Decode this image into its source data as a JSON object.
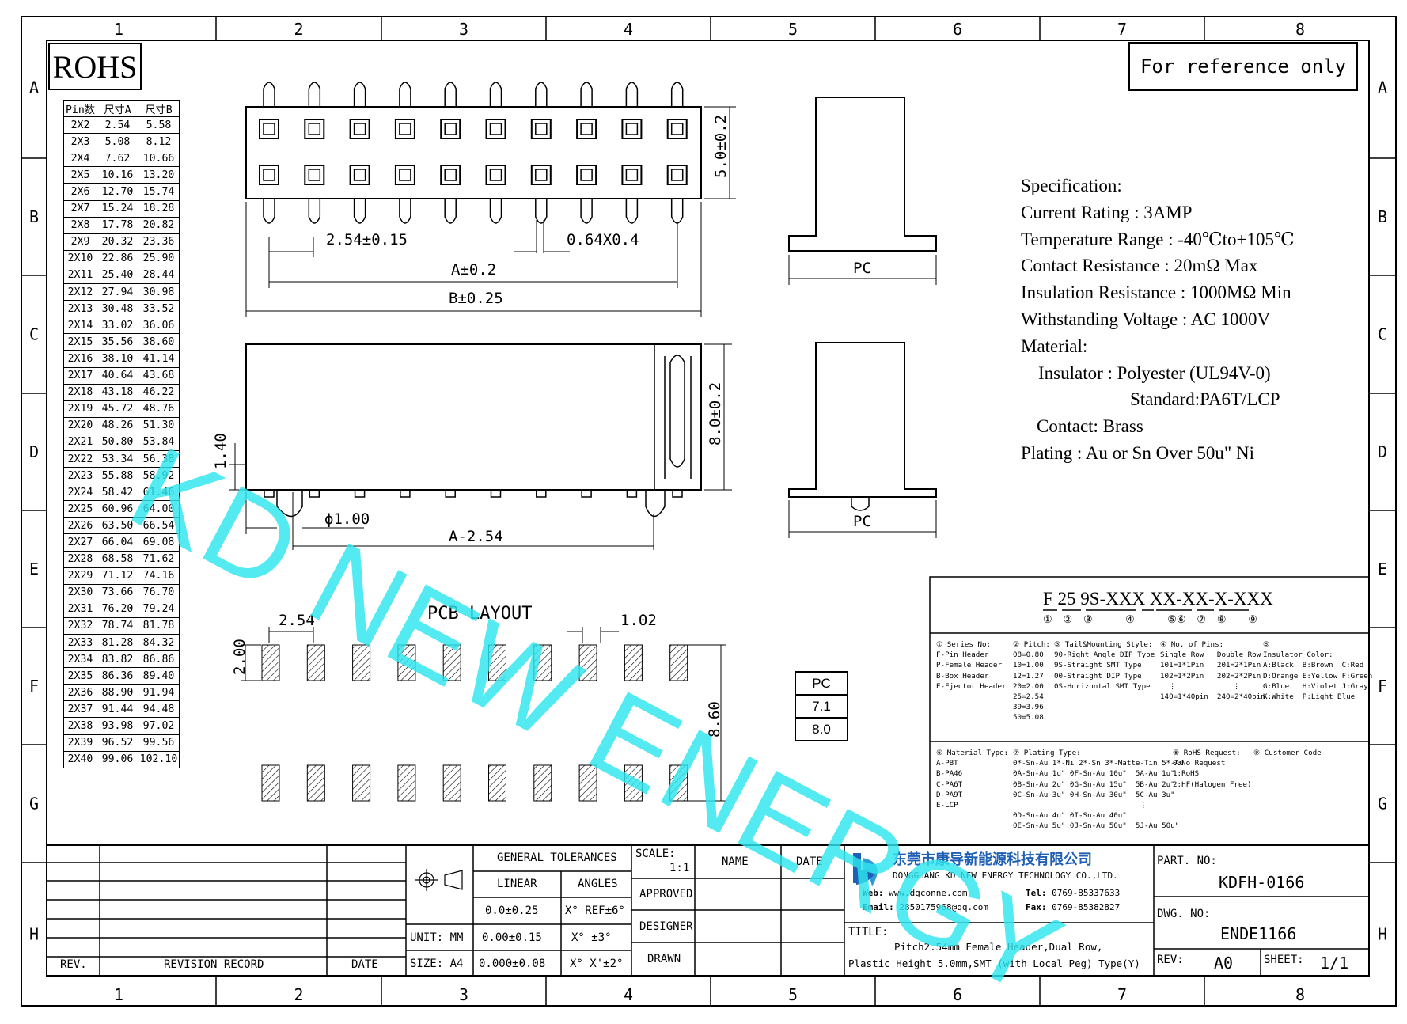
{
  "frame": {
    "col_labels": [
      "1",
      "2",
      "3",
      "4",
      "5",
      "6",
      "7",
      "8"
    ],
    "row_labels": [
      "A",
      "B",
      "C",
      "D",
      "E",
      "F",
      "G",
      "H"
    ]
  },
  "rohs_label": "ROHS",
  "reference_note": "For reference only",
  "watermark": "KD NEW ENERGY",
  "pin_table": {
    "headers": [
      "Pin数",
      "尺寸A",
      "尺寸B"
    ],
    "rows": [
      [
        "2X2",
        "2.54",
        "5.58"
      ],
      [
        "2X3",
        "5.08",
        "8.12"
      ],
      [
        "2X4",
        "7.62",
        "10.66"
      ],
      [
        "2X5",
        "10.16",
        "13.20"
      ],
      [
        "2X6",
        "12.70",
        "15.74"
      ],
      [
        "2X7",
        "15.24",
        "18.28"
      ],
      [
        "2X8",
        "17.78",
        "20.82"
      ],
      [
        "2X9",
        "20.32",
        "23.36"
      ],
      [
        "2X10",
        "22.86",
        "25.90"
      ],
      [
        "2X11",
        "25.40",
        "28.44"
      ],
      [
        "2X12",
        "27.94",
        "30.98"
      ],
      [
        "2X13",
        "30.48",
        "33.52"
      ],
      [
        "2X14",
        "33.02",
        "36.06"
      ],
      [
        "2X15",
        "35.56",
        "38.60"
      ],
      [
        "2X16",
        "38.10",
        "41.14"
      ],
      [
        "2X17",
        "40.64",
        "43.68"
      ],
      [
        "2X18",
        "43.18",
        "46.22"
      ],
      [
        "2X19",
        "45.72",
        "48.76"
      ],
      [
        "2X20",
        "48.26",
        "51.30"
      ],
      [
        "2X21",
        "50.80",
        "53.84"
      ],
      [
        "2X22",
        "53.34",
        "56.38"
      ],
      [
        "2X23",
        "55.88",
        "58.92"
      ],
      [
        "2X24",
        "58.42",
        "61.46"
      ],
      [
        "2X25",
        "60.96",
        "64.00"
      ],
      [
        "2X26",
        "63.50",
        "66.54"
      ],
      [
        "2X27",
        "66.04",
        "69.08"
      ],
      [
        "2X28",
        "68.58",
        "71.62"
      ],
      [
        "2X29",
        "71.12",
        "74.16"
      ],
      [
        "2X30",
        "73.66",
        "76.70"
      ],
      [
        "2X31",
        "76.20",
        "79.24"
      ],
      [
        "2X32",
        "78.74",
        "81.78"
      ],
      [
        "2X33",
        "81.28",
        "84.32"
      ],
      [
        "2X34",
        "83.82",
        "86.86"
      ],
      [
        "2X35",
        "86.36",
        "89.40"
      ],
      [
        "2X36",
        "88.90",
        "91.94"
      ],
      [
        "2X37",
        "91.44",
        "94.48"
      ],
      [
        "2X38",
        "93.98",
        "97.02"
      ],
      [
        "2X39",
        "96.52",
        "99.56"
      ],
      [
        "2X40",
        "99.06",
        "102.10"
      ]
    ]
  },
  "dims": {
    "pitch": "2.54±0.15",
    "pin_size": "0.64X0.4",
    "a_dim": "A±0.2",
    "b_dim": "B±0.25",
    "height_top": "5.0±0.2",
    "height_side": "8.0±0.2",
    "standoff": "1.40",
    "peg_dia": "ϕ1.00",
    "a_minus": "A-2.54",
    "pc_top": "PC",
    "pc_bottom": "PC",
    "pcb_title": "PCB LAYOUT",
    "pcb_pitch": "2.54",
    "pcb_pad_w": "1.02",
    "pcb_pad_h": "2.00",
    "pcb_span": "8.60"
  },
  "pc_table": [
    "PC",
    "7.1",
    "8.0"
  ],
  "spec": [
    "Specification:",
    "Current Rating : 3AMP",
    "Temperature Range : -40℃to+105℃",
    "Contact Resistance : 20mΩ Max",
    "Insulation Resistance : 1000MΩ Min",
    "Withstanding Voltage : AC 1000V",
    "Material:",
    "Insulator : Polyester (UL94V-0)",
    "Standard:PA6T/LCP",
    "Contact: Brass",
    "Plating : Au or Sn Over 50u\" Ni"
  ],
  "part_code": {
    "segments": [
      "F",
      "25",
      "9S-XXX",
      "X",
      "X-XX",
      "-X",
      "-XXX"
    ],
    "markers": [
      "①",
      "②",
      "③",
      "④",
      "⑤⑥",
      "⑦",
      "⑧",
      "⑨"
    ],
    "notes_top": [
      "① Series No:\nF-Pin Header\nP-Female Header\nB-Box Header\nE-Ejector Header",
      "② Pitch:\n08=0.80\n10=1.00\n12=1.27\n20=2.00\n25=2.54\n39=3.96\n50=5.08",
      "③ Tail&Mounting Style:\n90-Right Angle DIP Type\n9S-Straight SMT Type\n00-Straight DIP Type\n0S-Horizontal SMT Type",
      "④ No. of Pins:\nSingle Row   Double Row\n101=1*1Pin   201=2*1Pin\n102=1*2Pin   202=2*2Pin\n  ⋮             ⋮\n140=1*40pin  240=2*40pin",
      "⑤\nInsulator Color:\nA:Black  B:Brown  C:Red\nD:Orange E:Yellow F:Green\nG:Blue   H:Violet J:Gray\nK:White  P:Light Blue"
    ],
    "notes_bottom": [
      "⑥ Material Type:\nA-PBT\nB-PA46\nC-PA6T\nD-PA9T\nE-LCP",
      "⑦ Plating Type:\n0*-Sn-Au 1*-Ni 2*-Sn 3*-Matte-Tin 5*-Au\n0A-Sn-Au 1u\" 0F-Sn-Au 10u\"  5A-Au 1u\"\n0B-Sn-Au 2u\" 0G-Sn-Au 15u\"  5B-Au 2u\"\n0C-Sn-Au 3u\" 0H-Sn-Au 30u\"  5C-Au 3u\"\n                             ⋮\n0D-Sn-Au 4u\" 0I-Sn-Au 40u\"\n0E-Sn-Au 5u\" 0J-Sn-Au 50u\"  5J-Au 50u\"",
      "⑧ RoHS Request:\n0:No Request\n1:RoHS\n2:HF(Halogen Free)",
      "⑨ Customer Code"
    ]
  },
  "title_block": {
    "rev_label": "REV.",
    "revision_record": "REVISION RECORD",
    "date_label": "DATE",
    "general_tolerances": "GENERAL TOLERANCES",
    "linear": "LINEAR",
    "angles": "ANGLES",
    "tol_1": "0.0±0.25",
    "tol_2": "0.00±0.15",
    "tol_3": "0.000±0.08",
    "ang_1": "X° REF±6°",
    "ang_2": "X° ±3°",
    "ang_3": "X° X'±2°",
    "unit": "UNIT: MM",
    "size": "SIZE: A4",
    "scale_label": "SCALE:",
    "scale": "1:1",
    "name": "NAME",
    "date": "DATE",
    "approved": "APPROVED",
    "designer": "DESIGNER",
    "drawn": "DRAWN",
    "company_cn": "东莞市康导新能源科技有限公司",
    "company_en": "DONGGUANG KD NEW ENERGY TECHNOLOGY CO.,LTD.",
    "web_label": "Web:",
    "web": "www.dgconne.com",
    "tel_label": "Tel:",
    "tel": "0769-85337633",
    "email_label": "Email:",
    "email": "2850175968@qq.com",
    "fax_label": "Fax:",
    "fax": "0769-85382827",
    "title_label": "TITLE:",
    "title_1": "Pitch2.54mm Female Header,Dual Row,",
    "title_2": "Plastic Height 5.0mm,SMT (with Local Peg) Type(Y)",
    "part_no_label": "PART. NO:",
    "part_no": "KDFH-0166",
    "dwg_no_label": "DWG. NO:",
    "dwg_no": "ENDE1166",
    "rev2_label": "REV:",
    "rev_value": "A0",
    "sheet_label": "SHEET:",
    "sheet": "1/1"
  },
  "colors": {
    "watermark": "#2ee6ee",
    "ink": "#000000"
  }
}
